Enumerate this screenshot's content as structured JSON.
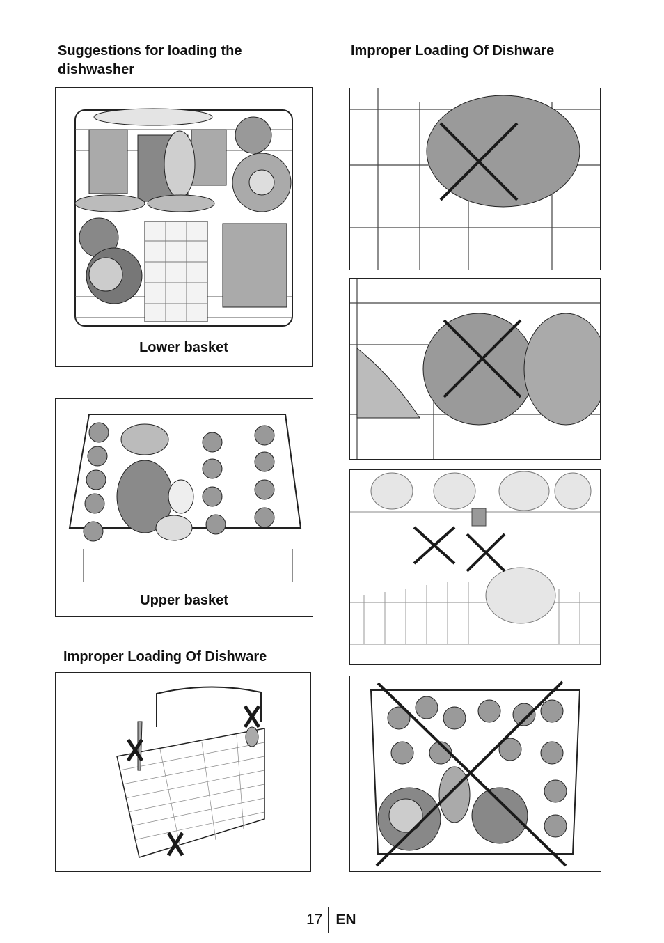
{
  "headings": {
    "suggestions": "Suggestions for loading the dishwasher",
    "improper_right": "Improper Loading Of Dishware",
    "improper_left": "Improper Loading Of Dishware"
  },
  "captions": {
    "lower_basket": "Lower basket",
    "upper_basket": "Upper basket"
  },
  "footer": {
    "page_number": "17",
    "language": "EN"
  },
  "icons": [
    "lower-basket-illustration",
    "upper-basket-illustration",
    "cutlery-basket-illustration",
    "cross-mark-icon"
  ],
  "colors": {
    "line": "#222222",
    "fill_gray": "#9a9a9a",
    "fill_light": "#d8d8d8",
    "cross": "#1a1a1a"
  }
}
